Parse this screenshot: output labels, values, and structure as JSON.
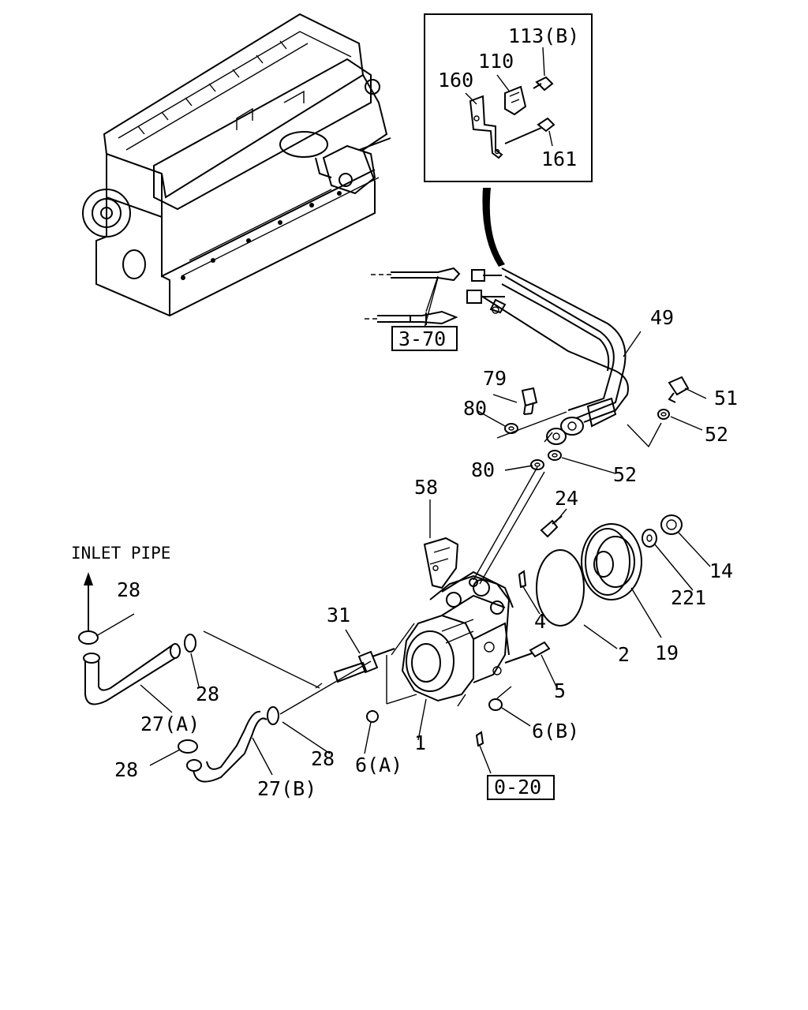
{
  "parts": {
    "p113b": "113(B)",
    "p110": "110",
    "p160": "160",
    "p161": "161",
    "p49": "49",
    "ref370": "3-70",
    "p79": "79",
    "p80a": "80",
    "p80b": "80",
    "p51": "51",
    "p52a": "52",
    "p52b": "52",
    "p58": "58",
    "p24": "24",
    "p14": "14",
    "p221": "221",
    "p19": "19",
    "p2": "2",
    "p4": "4",
    "p5": "5",
    "p31": "31",
    "p1": "1",
    "p6a": "6(A)",
    "p6b": "6(B)",
    "ref020": "0-20",
    "p28a": "28",
    "p28b": "28",
    "p28c": "28",
    "p28d": "28",
    "p27a": "27(A)",
    "p27b": "27(B)"
  },
  "inlet_pipe_label": "INLET PIPE"
}
